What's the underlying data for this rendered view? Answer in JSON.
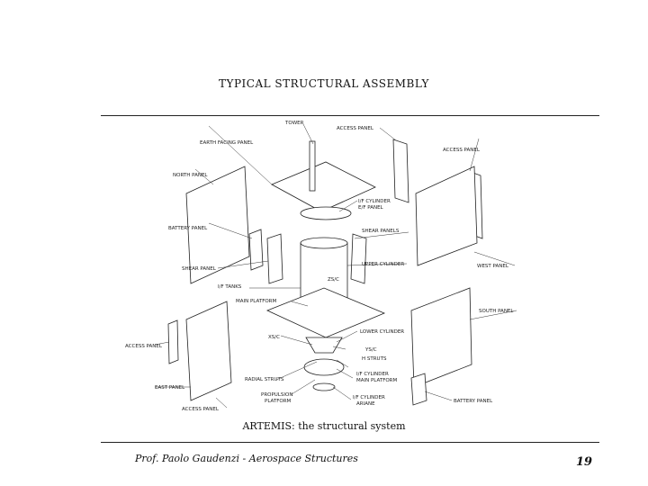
{
  "slide": {
    "title": "TYPICAL STRUCTURAL ASSEMBLY",
    "caption": "ARTEMIS: the structural system",
    "footer": "Prof. Paolo Gaudenzi - Aerospace Structures",
    "page_number": "19"
  },
  "diagram": {
    "labels": {
      "earth_facing_panel": "EARTH FACING PANEL",
      "tower": "TOWER",
      "access_panel_top": "ACCESS PANEL",
      "access_panel_right": "ACCESS PANEL",
      "north_panel": "NORTH PANEL",
      "if_cylinder_ef": "I/F CYLINDER",
      "ef_panel": "E/F PANEL",
      "battery_panel_left": "BATTERY PANEL",
      "shear_panels": "SHEAR PANELS",
      "west_panel": "WEST PANEL",
      "shear_panel": "SHEAR PANEL",
      "upper_cylinder": "UPPER CYLINDER",
      "if_tanks": "I/F TANKS",
      "zsc": "ZS/C",
      "main_platform": "MAIN PLATFORM",
      "south_panel": "SOUTH PANEL",
      "access_panel_left": "ACCESS PANEL",
      "xsc": "XS/C",
      "lower_cylinder": "LOWER CYLINDER",
      "ysc": "YS/C",
      "h_struts": "H STRUTS",
      "if_cylinder_main": "I/F CYLINDER",
      "main_platform_2": "MAIN PLATFORM",
      "radial_struts": "RADIAL STRUTS",
      "east_panel": "EAST PANEL",
      "propulsion_platform_1": "PROPULSION",
      "propulsion_platform_2": "PLATFORM",
      "if_cylinder_ariane": "I/F CYLINDER",
      "ariane": "ARIANE",
      "battery_panel_right": "BATTERY PANEL",
      "access_panel_bottom": "ACCESS PANEL"
    }
  }
}
